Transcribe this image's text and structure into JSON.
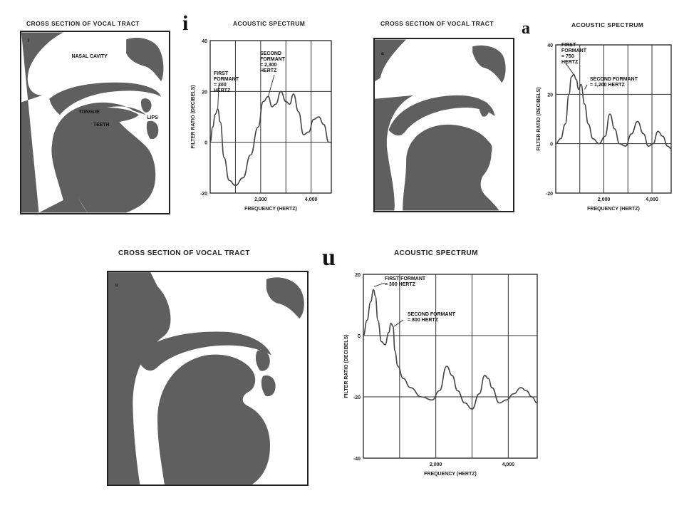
{
  "panels": [
    {
      "vowel": "i",
      "tract_title": "CROSS SECTION OF VOCAL TRACT",
      "tract_marker": "i",
      "tract_labels": {
        "nasal": "NASAL CAVITY",
        "tongue": "TONGUE",
        "teeth": "TEETH",
        "lips": "LIPS"
      },
      "spectrum_title": "ACOUSTIC SPECTRUM",
      "annotations": [
        {
          "lines": [
            "FIRST",
            "FORMANT",
            "= 300",
            "HERTZ"
          ],
          "points_to": [
            300,
            13
          ]
        },
        {
          "lines": [
            "SECOND",
            "FORMANT",
            "= 2,300",
            "HERTZ"
          ],
          "points_to": [
            2300,
            18
          ]
        }
      ]
    },
    {
      "vowel": "a",
      "tract_title": "CROSS SECTION OF VOCAL TRACT",
      "tract_marker": "a",
      "spectrum_title": "ACOUSTIC SPECTRUM",
      "annotations": [
        {
          "lines": [
            "FIRST",
            "FORMANT",
            "= 750",
            "HERTZ"
          ],
          "points_to": [
            750,
            28
          ]
        },
        {
          "lines": [
            "SECOND FORMANT",
            "= 1,200 HERTZ"
          ],
          "points_to": [
            1200,
            22
          ]
        }
      ]
    },
    {
      "vowel": "u",
      "tract_title": "CROSS SECTION OF VOCAL TRACT",
      "tract_marker": "u",
      "spectrum_title": "ACOUSTIC SPECTRUM",
      "annotations": [
        {
          "lines": [
            "FIRST FORMANT",
            "= 300 HERTZ"
          ],
          "points_to": [
            300,
            16
          ]
        },
        {
          "lines": [
            "SECOND FORMANT",
            "= 800 HERTZ"
          ],
          "points_to": [
            850,
            3
          ]
        }
      ]
    }
  ],
  "chart_data": [
    {
      "type": "line",
      "xlabel": "FREQUENCY (HERTZ)",
      "ylabel": "FILTER RATIO (DECIBELS)",
      "xlim": [
        0,
        4800
      ],
      "ylim": [
        -20,
        40
      ],
      "xticks": [
        2000,
        4000
      ],
      "xtick_labels": [
        "2,000",
        "4,000"
      ],
      "yticks": [
        -20,
        0,
        20,
        40
      ],
      "ytick_labels": [
        "-20",
        "0",
        "20",
        "40"
      ],
      "grid": true,
      "series": [
        {
          "x": [
            0,
            100,
            200,
            300,
            400,
            550,
            750,
            1000,
            1300,
            1600,
            1900,
            2100,
            2300,
            2450,
            2600,
            2800,
            3000,
            3150,
            3300,
            3500,
            3700,
            3900,
            4100,
            4300,
            4500,
            4700,
            4800
          ],
          "y": [
            0,
            6,
            11,
            13,
            8,
            -6,
            -15,
            -17,
            -14,
            -5,
            6,
            16,
            18,
            14,
            15,
            20,
            16,
            15,
            19,
            12,
            3,
            4,
            9,
            10,
            7,
            0,
            0
          ]
        }
      ]
    },
    {
      "type": "line",
      "xlabel": "FREQUENCY (HERTZ)",
      "ylabel": "FILTER RATIO (DECIBELS)",
      "xlim": [
        0,
        4800
      ],
      "ylim": [
        -20,
        40
      ],
      "xticks": [
        2000,
        4000
      ],
      "xtick_labels": [
        "2,000",
        "4,000"
      ],
      "yticks": [
        -20,
        0,
        20,
        40
      ],
      "ytick_labels": [
        "-20",
        "0",
        "20",
        "40"
      ],
      "grid": true,
      "series": [
        {
          "x": [
            0,
            200,
            400,
            550,
            650,
            750,
            850,
            950,
            1050,
            1200,
            1350,
            1550,
            1800,
            2050,
            2250,
            2450,
            2650,
            2900,
            3150,
            3400,
            3650,
            3850,
            4050,
            4250,
            4450,
            4650,
            4800
          ],
          "y": [
            0,
            2,
            8,
            20,
            27,
            28,
            26,
            22,
            24,
            16,
            8,
            2,
            0,
            3,
            12,
            6,
            0,
            -1,
            4,
            9,
            4,
            -1,
            0,
            5,
            3,
            -1,
            -2
          ]
        }
      ]
    },
    {
      "type": "line",
      "xlabel": "FREQUENCY (HERTZ)",
      "ylabel": "FILTER RATIO (DECIBELS)",
      "xlim": [
        0,
        4800
      ],
      "ylim": [
        -40,
        20
      ],
      "xticks": [
        2000,
        4000
      ],
      "xtick_labels": [
        "2,000",
        "4,000"
      ],
      "yticks": [
        -40,
        -20,
        0,
        20
      ],
      "ytick_labels": [
        "-40",
        "-20",
        "0",
        "20"
      ],
      "grid": true,
      "series": [
        {
          "x": [
            0,
            100,
            200,
            280,
            330,
            400,
            500,
            600,
            700,
            760,
            820,
            870,
            950,
            1100,
            1300,
            1600,
            1900,
            2100,
            2300,
            2450,
            2600,
            2800,
            3000,
            3200,
            3350,
            3450,
            3550,
            3750,
            3950,
            4150,
            4350,
            4500,
            4650,
            4800
          ],
          "y": [
            0,
            5,
            11,
            15,
            13,
            5,
            -2,
            -3,
            1,
            4,
            3,
            -5,
            -10,
            -14,
            -17,
            -20,
            -21,
            -18,
            -10,
            -13,
            -18,
            -22,
            -24,
            -19,
            -13,
            -14,
            -17,
            -22,
            -21,
            -19,
            -17,
            -18,
            -20,
            -22
          ]
        }
      ]
    }
  ]
}
